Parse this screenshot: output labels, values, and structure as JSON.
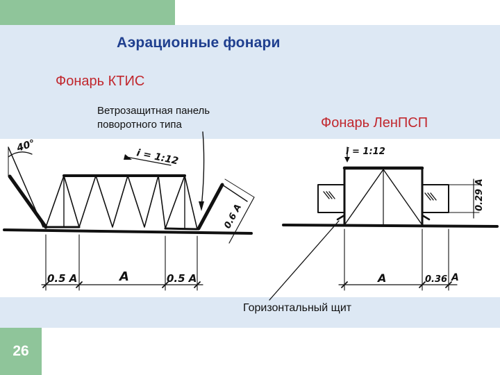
{
  "title": "Аэрационные фонари",
  "section_ktis": "Фонарь КТИС",
  "section_lenpsp": "Фонарь ЛенПСП",
  "label_wind_panel_line1": "Ветрозащитная панель",
  "label_wind_panel_line2": "поворотного типа",
  "label_horizontal_shield": "Горизонтальный щит",
  "page_number": "26",
  "diagram_labels": {
    "angle": "40°",
    "slope_left": "i = 1:12",
    "panel_height": "0.6 A",
    "dim_left": "0.5 A",
    "dim_center_left": "A",
    "dim_right": "0.5 A",
    "slope_right": "i = 1:12",
    "height_right": "0.29 A",
    "dim_center_right": "A",
    "dim_side_right": "0.36",
    "dim_side_right_unit": "A"
  },
  "colors": {
    "title": "#1f3f8f",
    "accent_red": "#c1272d",
    "band": "#dde8f4",
    "tab": "#8fc59a"
  }
}
